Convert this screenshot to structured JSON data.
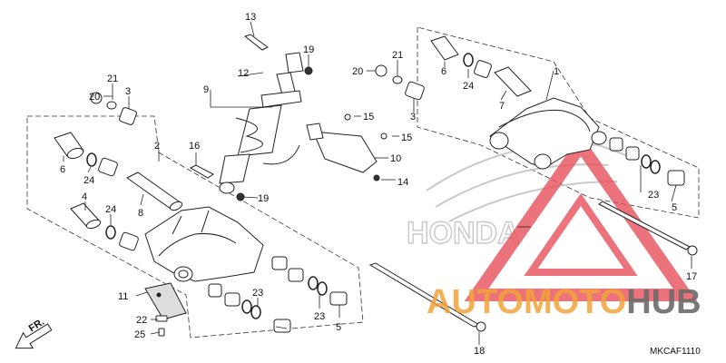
{
  "diagram": {
    "code": "MKCAF1110",
    "front_marker": "FR.",
    "watermark": {
      "part1": "AUTO",
      "part2": "MOTO",
      "part3": "HUB"
    },
    "labels": {
      "p1": "1",
      "p2": "2",
      "p3a": "3",
      "p3b": "3",
      "p4": "4",
      "p5a": "5",
      "p5b": "5",
      "p6a": "6",
      "p6b": "6",
      "p7": "7",
      "p8": "8",
      "p9": "9",
      "p10": "10",
      "p11": "11",
      "p12": "12",
      "p13": "13",
      "p14": "14",
      "p15a": "15",
      "p15b": "15",
      "p16": "16",
      "p17": "17",
      "p18": "18",
      "p19a": "19",
      "p19b": "19",
      "p20a": "20",
      "p20b": "20",
      "p21a": "21",
      "p21b": "21",
      "p22": "22",
      "p23a": "23",
      "p23b": "23",
      "p23c": "23",
      "p24a": "24",
      "p24b": "24",
      "p24c": "24",
      "p25": "25"
    }
  },
  "colors": {
    "watermark_red": "#e8505b",
    "watermark_orange": "#f2a33a",
    "watermark_gray": "#6b6b6b",
    "line": "#222222"
  }
}
